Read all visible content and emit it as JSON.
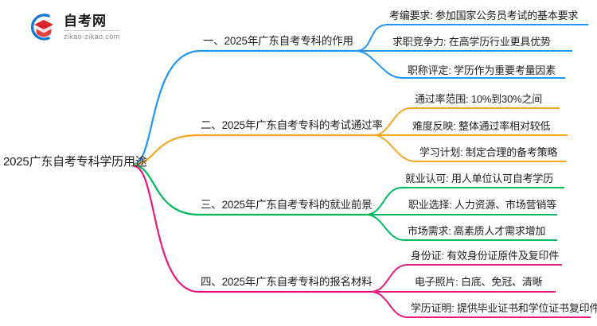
{
  "logo": {
    "title": "自考网",
    "subtitle": "zikao-zikao.com",
    "mark_name": "zikao-logo-icon"
  },
  "mindmap": {
    "root": "2025广东自考专科学历用途",
    "branches": [
      {
        "label": "一、2025年广东自考专科的作用",
        "color": "#2196F3",
        "leaves": [
          "考编要求: 参加国家公务员考试的基本要求",
          "求职竞争力: 在高学历行业更具优势",
          "职称评定: 学历作为重要考量因素"
        ]
      },
      {
        "label": "二、2025年广东自考专科的考试通过率",
        "color": "#F5A623",
        "leaves": [
          "通过率范围: 10%到30%之间",
          "难度反映: 整体通过率相对较低",
          "学习计划: 制定合理的备考策略"
        ]
      },
      {
        "label": "三、2025年广东自考专科的就业前景",
        "color": "#00B95C",
        "leaves": [
          "就业认可: 用人单位认可自考学历",
          "职业选择: 人力资源、市场营销等",
          "市场需求: 高素质人才需求增加"
        ]
      },
      {
        "label": "四、2025年广东自考专科的报名材料",
        "color": "#E8197D",
        "leaves": [
          "身份证: 有效身份证原件及复印件",
          "电子照片: 白底、免冠、清晰",
          "学历证明: 提供毕业证书和学位证书复印件"
        ]
      }
    ]
  }
}
